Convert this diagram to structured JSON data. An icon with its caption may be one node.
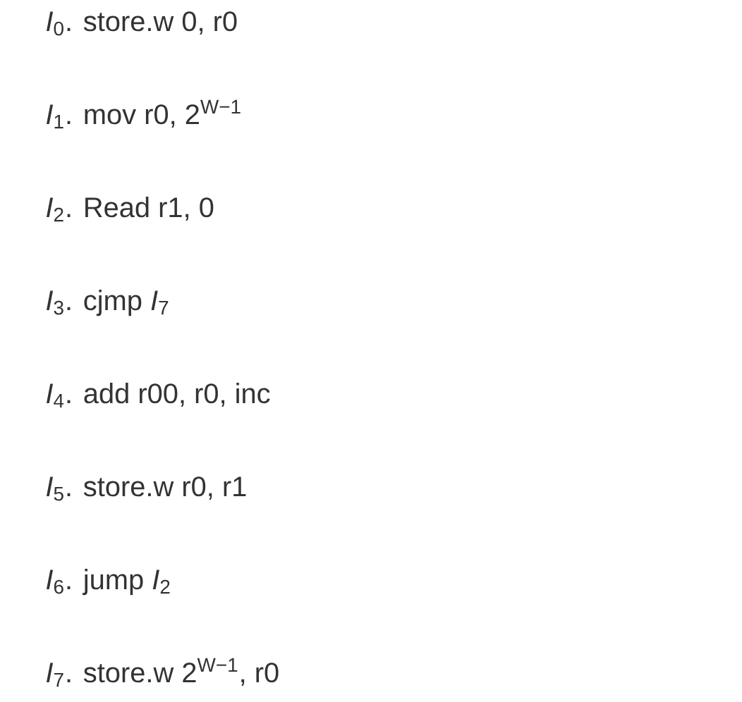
{
  "diagram": {
    "labels": [
      "*I*$_{0}$. store.w 0, r0",
      "*I*$_{1}$. mov r0, 2$^{W−1}$",
      "*I*$_{2}$. Read r1, 0",
      "*I*$_{3}$. cjmp *I*$_{7}$",
      "*I*$_{4}$. add r00, r0, inc",
      "*I*$_{5}$. store.w r0, r1",
      "*I*$_{6}$. jump *I*$_{2}$",
      "*I*$_{7}$. store.w 2$^{W−1}$, r0"
    ]
  }
}
